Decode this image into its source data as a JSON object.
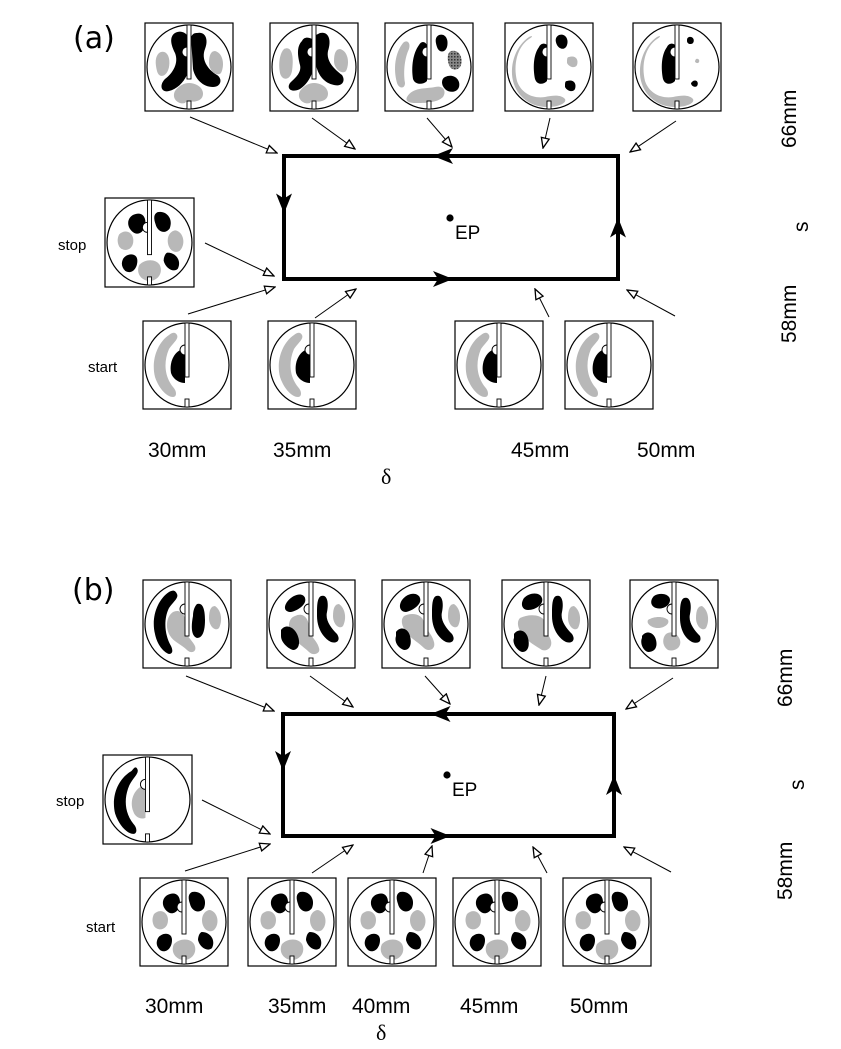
{
  "figure": {
    "colors": {
      "ink": "#000000",
      "gray_region": "#b8b8b8",
      "hatched_region": "#6e6e6e",
      "background": "#ffffff"
    },
    "panels": [
      {
        "id": "(a)",
        "center_label": "EP",
        "x_axis_symbol": "δ",
        "y_axis_symbol": "s",
        "y_axis_high": "66mm",
        "y_axis_low": "58mm",
        "loop_direction": "counterclockwise",
        "start_label": "start",
        "stop_label": "stop",
        "bottom_labels": [
          "30mm",
          "35mm",
          "45mm",
          "50mm"
        ],
        "top_row_patterns": [
          "a-top-30",
          "a-top-35",
          "a-top-40",
          "a-top-45",
          "a-top-50"
        ],
        "bottom_row_patterns": [
          "a-crescent",
          "a-crescent",
          "a-crescent",
          "a-crescent"
        ],
        "stop_pattern": "six-lobe"
      },
      {
        "id": "(b)",
        "center_label": "EP",
        "x_axis_symbol": "δ",
        "y_axis_symbol": "s",
        "y_axis_high": "66mm",
        "y_axis_low": "58mm",
        "loop_direction": "counterclockwise",
        "start_label": "start",
        "stop_label": "stop",
        "bottom_labels": [
          "30mm",
          "35mm",
          "40mm",
          "45mm",
          "50mm"
        ],
        "top_row_patterns": [
          "b-top-30",
          "b-top-35",
          "b-top-40",
          "b-top-45",
          "b-top-50"
        ],
        "bottom_row_patterns": [
          "six-lobe",
          "six-lobe",
          "six-lobe",
          "six-lobe",
          "six-lobe"
        ],
        "stop_pattern": "b-crescent"
      }
    ]
  }
}
